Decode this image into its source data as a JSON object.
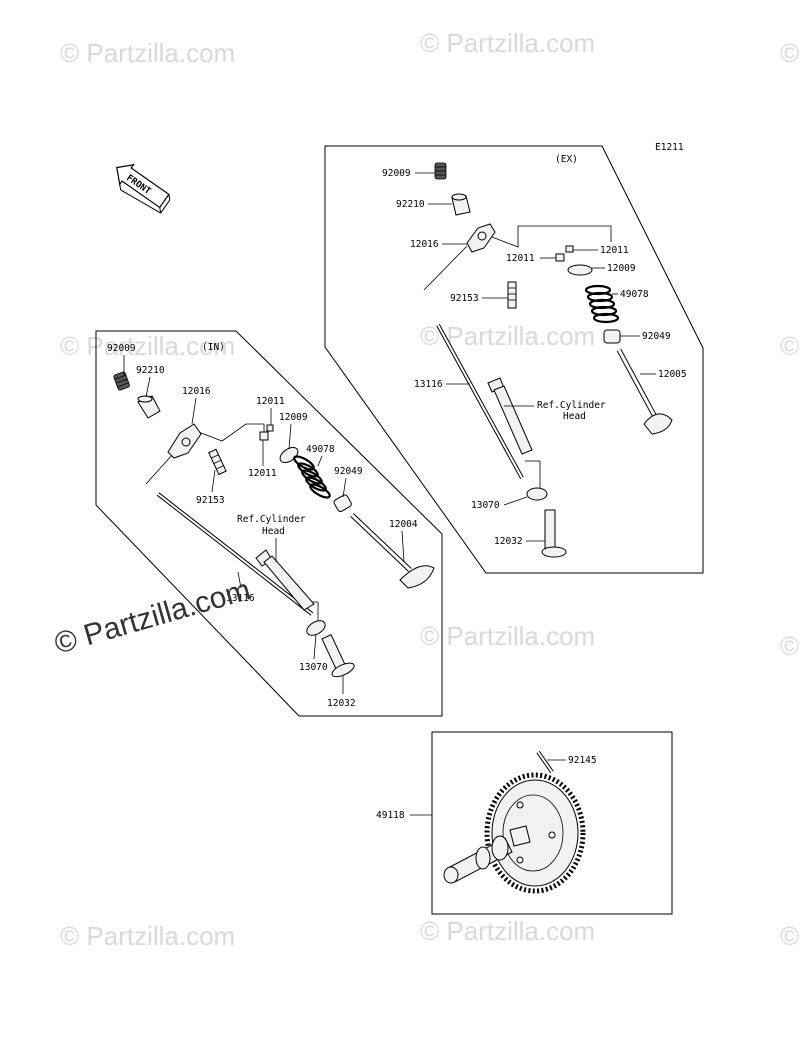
{
  "watermark": {
    "text": "© Partzilla.com",
    "main_text": "© Partzilla.com"
  },
  "diagram_code": "E1211",
  "front_label": "FRONT",
  "sections": {
    "exhaust": {
      "header": "(EX)",
      "labels": {
        "p92009": "92009",
        "p92210": "92210",
        "p12016": "12016",
        "p12011a": "12011",
        "p12011b": "12011",
        "p12009": "12009",
        "p49078": "49078",
        "p92153": "92153",
        "p92049": "92049",
        "p13116": "13116",
        "p12005": "12005",
        "p13070": "13070",
        "p12032": "12032",
        "ref_line1": "Ref.Cylinder",
        "ref_line2": "Head"
      }
    },
    "intake": {
      "header": "(IN)",
      "labels": {
        "p92009": "92009",
        "p92210": "92210",
        "p12016": "12016",
        "p12011a": "12011",
        "p12009": "12009",
        "p12011b": "12011",
        "p49078": "49078",
        "p92049": "92049",
        "p92153": "92153",
        "p12004": "12004",
        "p13116": "13116",
        "p13070": "13070",
        "p12032": "12032",
        "ref_line1": "Ref.Cylinder",
        "ref_line2": "Head"
      }
    },
    "camshaft": {
      "labels": {
        "p92145": "92145",
        "p49118": "49118"
      }
    }
  }
}
